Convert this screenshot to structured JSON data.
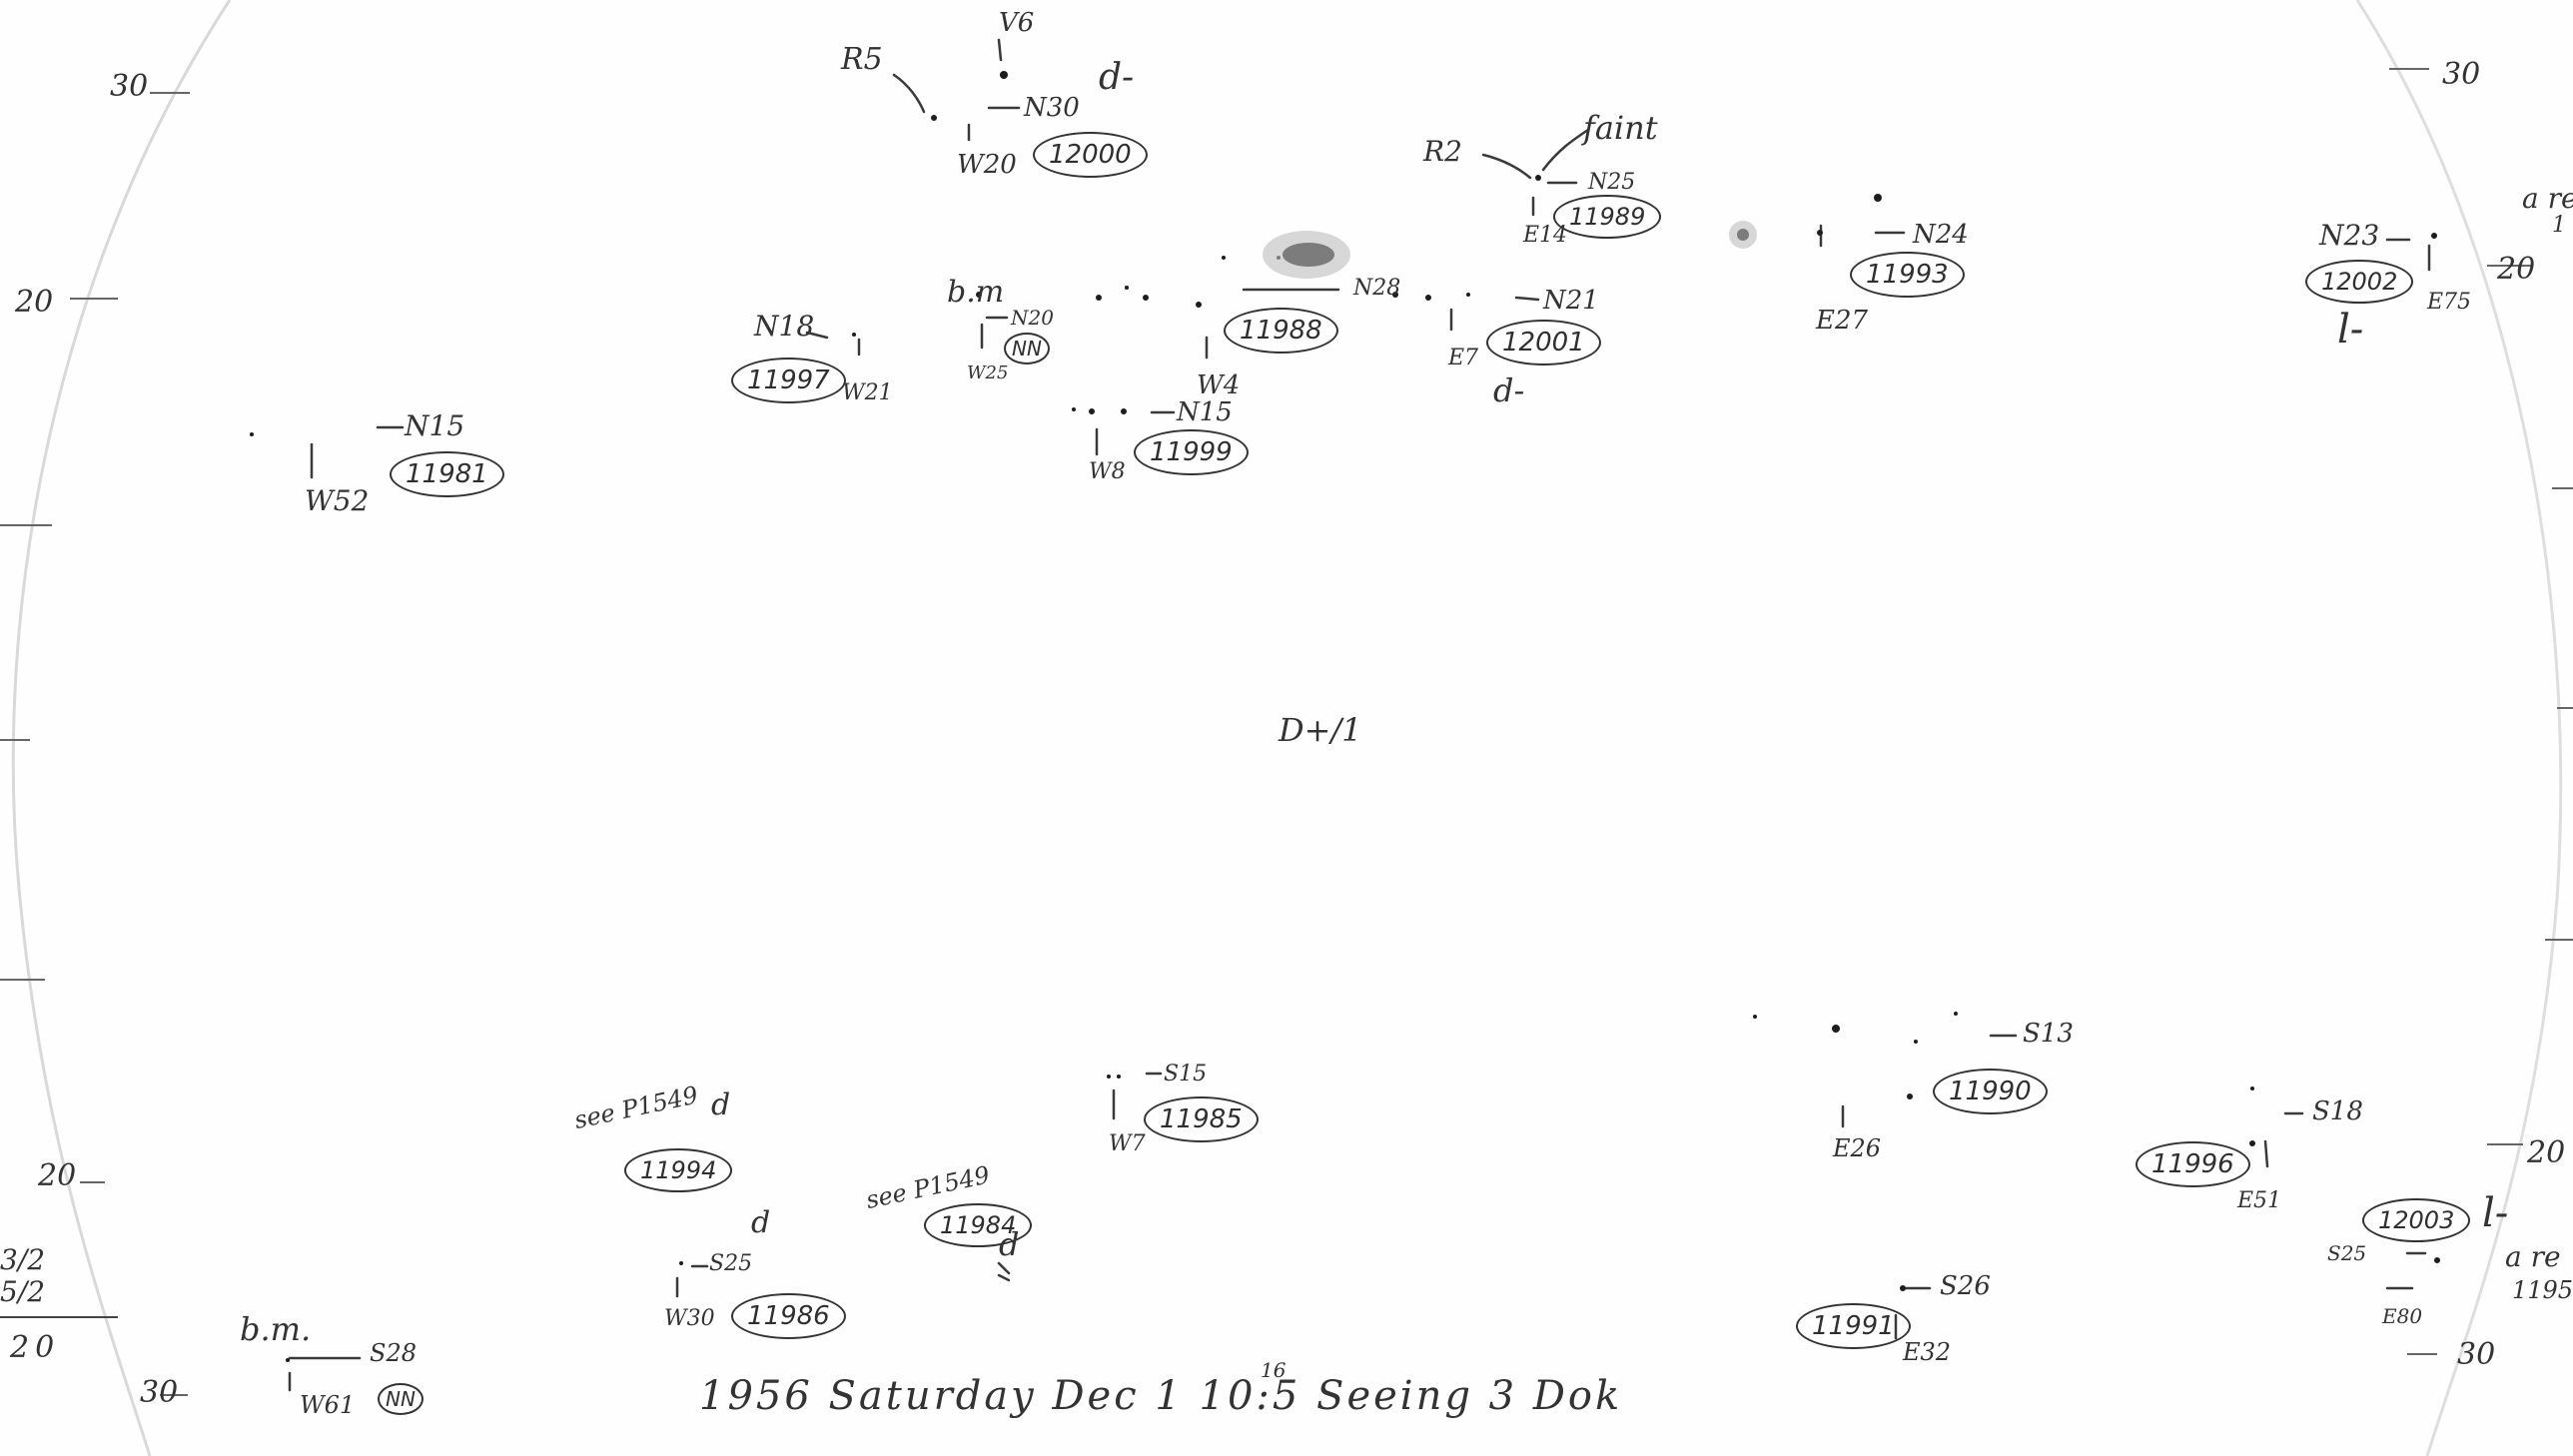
{
  "sheet": {
    "center_mark": "D+/1",
    "footer_note": "1956 Saturday Dec 1 10:5 Seeing 3 Dok",
    "footer_superscript": "16",
    "grid_labels": [
      "30",
      "20",
      "20",
      "30",
      "30",
      "20",
      "20",
      "30"
    ],
    "margin_left": [
      "3/2",
      "5/2",
      "20"
    ],
    "margin_right": [
      "a re",
      "1",
      "a re",
      "1195"
    ],
    "labels": {
      "r5": "R5",
      "v6": "V6",
      "n30": "N30",
      "w20": "W20",
      "d_12000": "d-",
      "r2": "R2",
      "faint": "faint",
      "n25": "N25",
      "e14": "E14",
      "n24": "N24",
      "e27": "E27",
      "n23": "N23",
      "e75": "E75",
      "l_12002": "l-",
      "bm_top": "b.m",
      "n20": "N20",
      "w25": "W25",
      "n18": "N18",
      "w21": "W21",
      "w4": "W4",
      "n28": "N28",
      "n21": "N21",
      "e7": "E7",
      "d_12001": "d-",
      "n15_b": "N15",
      "w8": "W8",
      "n15_a": "N15",
      "w52": "W52",
      "s15": "S15",
      "w7": "W7",
      "s13": "S13",
      "e26": "E26",
      "s18": "S18",
      "e51": "E51",
      "l_12003": "l-",
      "s25": "S25",
      "e80": "E80",
      "s26": "S26",
      "e32": "E32",
      "see_11994": "see P1549",
      "d_11994": "d",
      "see_11984": "see P1549",
      "d_11984": "d",
      "s25_b": "S25",
      "w30": "W30",
      "d_11986": "d",
      "bm_bottom": "b.m.",
      "s28": "S28",
      "w61": "W61"
    },
    "regions": {
      "r12000": "12000",
      "r11989": "11989",
      "r11993": "11993",
      "r12002": "12002",
      "rNN_top": "NN",
      "r11997": "11997",
      "r11988": "11988",
      "r12001": "12001",
      "r11999": "11999",
      "r11981": "11981",
      "r11985": "11985",
      "r11990": "11990",
      "r11996": "11996",
      "r12003": "12003",
      "r11991": "11991",
      "r11994": "11994",
      "r11984": "11984",
      "r11986": "11986",
      "rNN_bottom": "NN"
    }
  }
}
